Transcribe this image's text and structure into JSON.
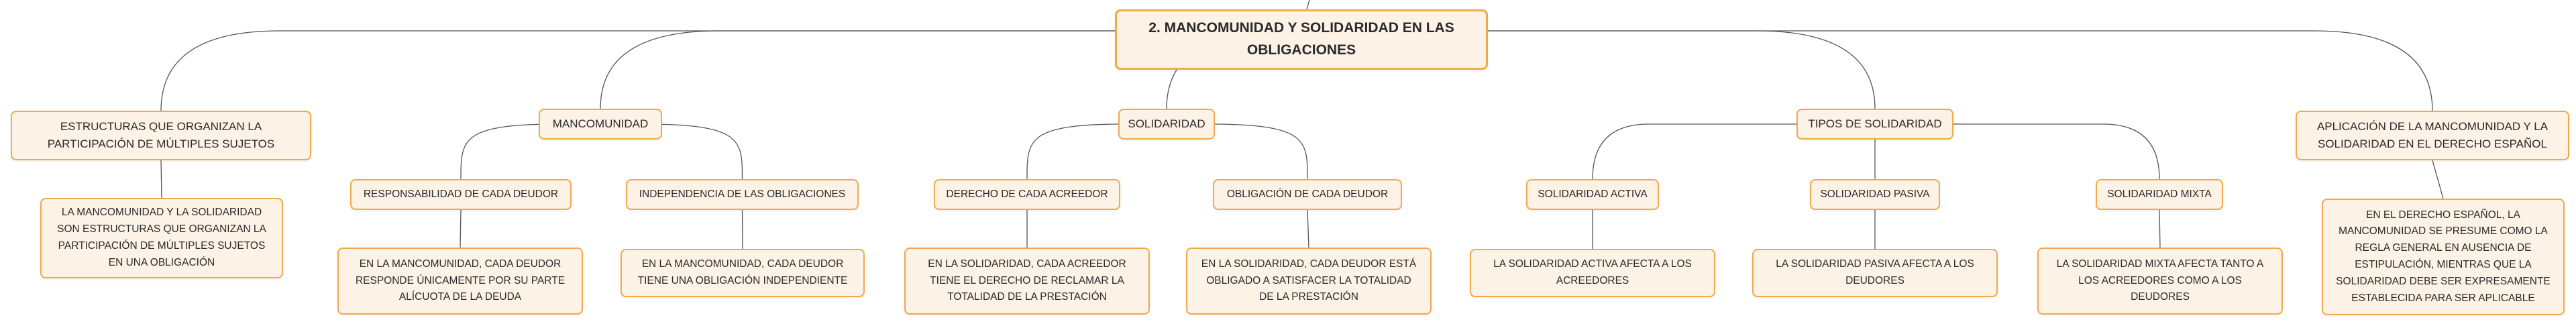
{
  "root": {
    "label": "2. MANCOMUNIDAD Y SOLIDARIDAD EN LAS OBLIGACIONES"
  },
  "estructuras": {
    "label": "ESTRUCTURAS QUE ORGANIZAN LA PARTICIPACIÓN DE MÚLTIPLES SUJETOS",
    "detail": "LA MANCOMUNIDAD Y LA SOLIDARIDAD SON ESTRUCTURAS QUE ORGANIZAN LA PARTICIPACIÓN DE MÚLTIPLES SUJETOS EN UNA OBLIGACIÓN"
  },
  "mancomunidad": {
    "label": "MANCOMUNIDAD",
    "responsabilidad": {
      "label": "RESPONSABILIDAD DE CADA DEUDOR",
      "detail": "EN LA MANCOMUNIDAD, CADA DEUDOR RESPONDE ÚNICAMENTE POR SU PARTE ALÍCUOTA DE LA DEUDA"
    },
    "independencia": {
      "label": "INDEPENDENCIA DE LAS OBLIGACIONES",
      "detail": "EN LA MANCOMUNIDAD, CADA DEUDOR TIENE UNA OBLIGACIÓN INDEPENDIENTE"
    }
  },
  "solidaridad": {
    "label": "SOLIDARIDAD",
    "derecho": {
      "label": "DERECHO DE CADA ACREEDOR",
      "detail": "EN LA SOLIDARIDAD, CADA ACREEDOR TIENE EL DERECHO DE RECLAMAR LA TOTALIDAD DE LA PRESTACIÓN"
    },
    "obligacion": {
      "label": "OBLIGACIÓN DE CADA DEUDOR",
      "detail": "EN LA SOLIDARIDAD, CADA DEUDOR ESTÁ OBLIGADO A SATISFACER LA TOTALIDAD DE LA PRESTACIÓN"
    }
  },
  "tipos": {
    "label": "TIPOS DE SOLIDARIDAD",
    "activa": {
      "label": "SOLIDARIDAD ACTIVA",
      "detail": "LA SOLIDARIDAD ACTIVA AFECTA A LOS ACREEDORES"
    },
    "pasiva": {
      "label": "SOLIDARIDAD PASIVA",
      "detail": "LA SOLIDARIDAD PASIVA AFECTA A LOS DEUDORES"
    },
    "mixta": {
      "label": "SOLIDARIDAD MIXTA",
      "detail": "LA SOLIDARIDAD MIXTA AFECTA TANTO A LOS ACREEDORES COMO A LOS DEUDORES"
    }
  },
  "aplicacion": {
    "label": "APLICACIÓN DE LA MANCOMUNIDAD Y LA SOLIDARIDAD EN EL DERECHO ESPAÑOL",
    "detail": "EN EL DERECHO ESPAÑOL, LA MANCOMUNIDAD SE PRESUME COMO LA REGLA GENERAL EN AUSENCIA DE ESTIPULACIÓN, MIENTRAS QUE LA SOLIDARIDAD DEBE SER EXPRESAMENTE ESTABLECIDA PARA SER APLICABLE"
  },
  "colors": {
    "node_fill": "#fdf2e6",
    "node_border": "#f2a94a",
    "connector": "#555555"
  }
}
